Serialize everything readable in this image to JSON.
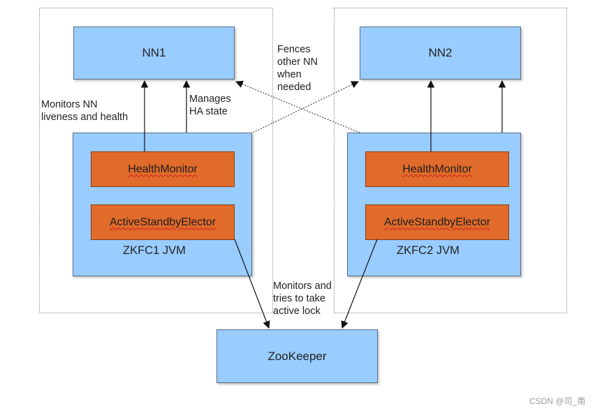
{
  "nodes": {
    "nn1": "NN1",
    "nn2": "NN2",
    "zookeeper": "ZooKeeper"
  },
  "zkfc1": {
    "health_monitor": "HealthMonitor",
    "elector": "ActiveStandbyElector",
    "label": "ZKFC1 JVM"
  },
  "zkfc2": {
    "health_monitor": "HealthMonitor",
    "elector": "ActiveStandbyElector",
    "label": "ZKFC2 JVM"
  },
  "annotations": {
    "monitors_nn": "Monitors NN\nliveness and health",
    "manages_ha": "Manages\nHA state",
    "fences": "Fences\nother NN\nwhen\nneeded",
    "zk_lock": "Monitors and\ntries to take\nactive lock"
  },
  "watermark": "CSDN @司_南",
  "colors": {
    "node_fill": "#99ccff",
    "component_fill": "#e06b2a",
    "border": "#5a6e86"
  }
}
